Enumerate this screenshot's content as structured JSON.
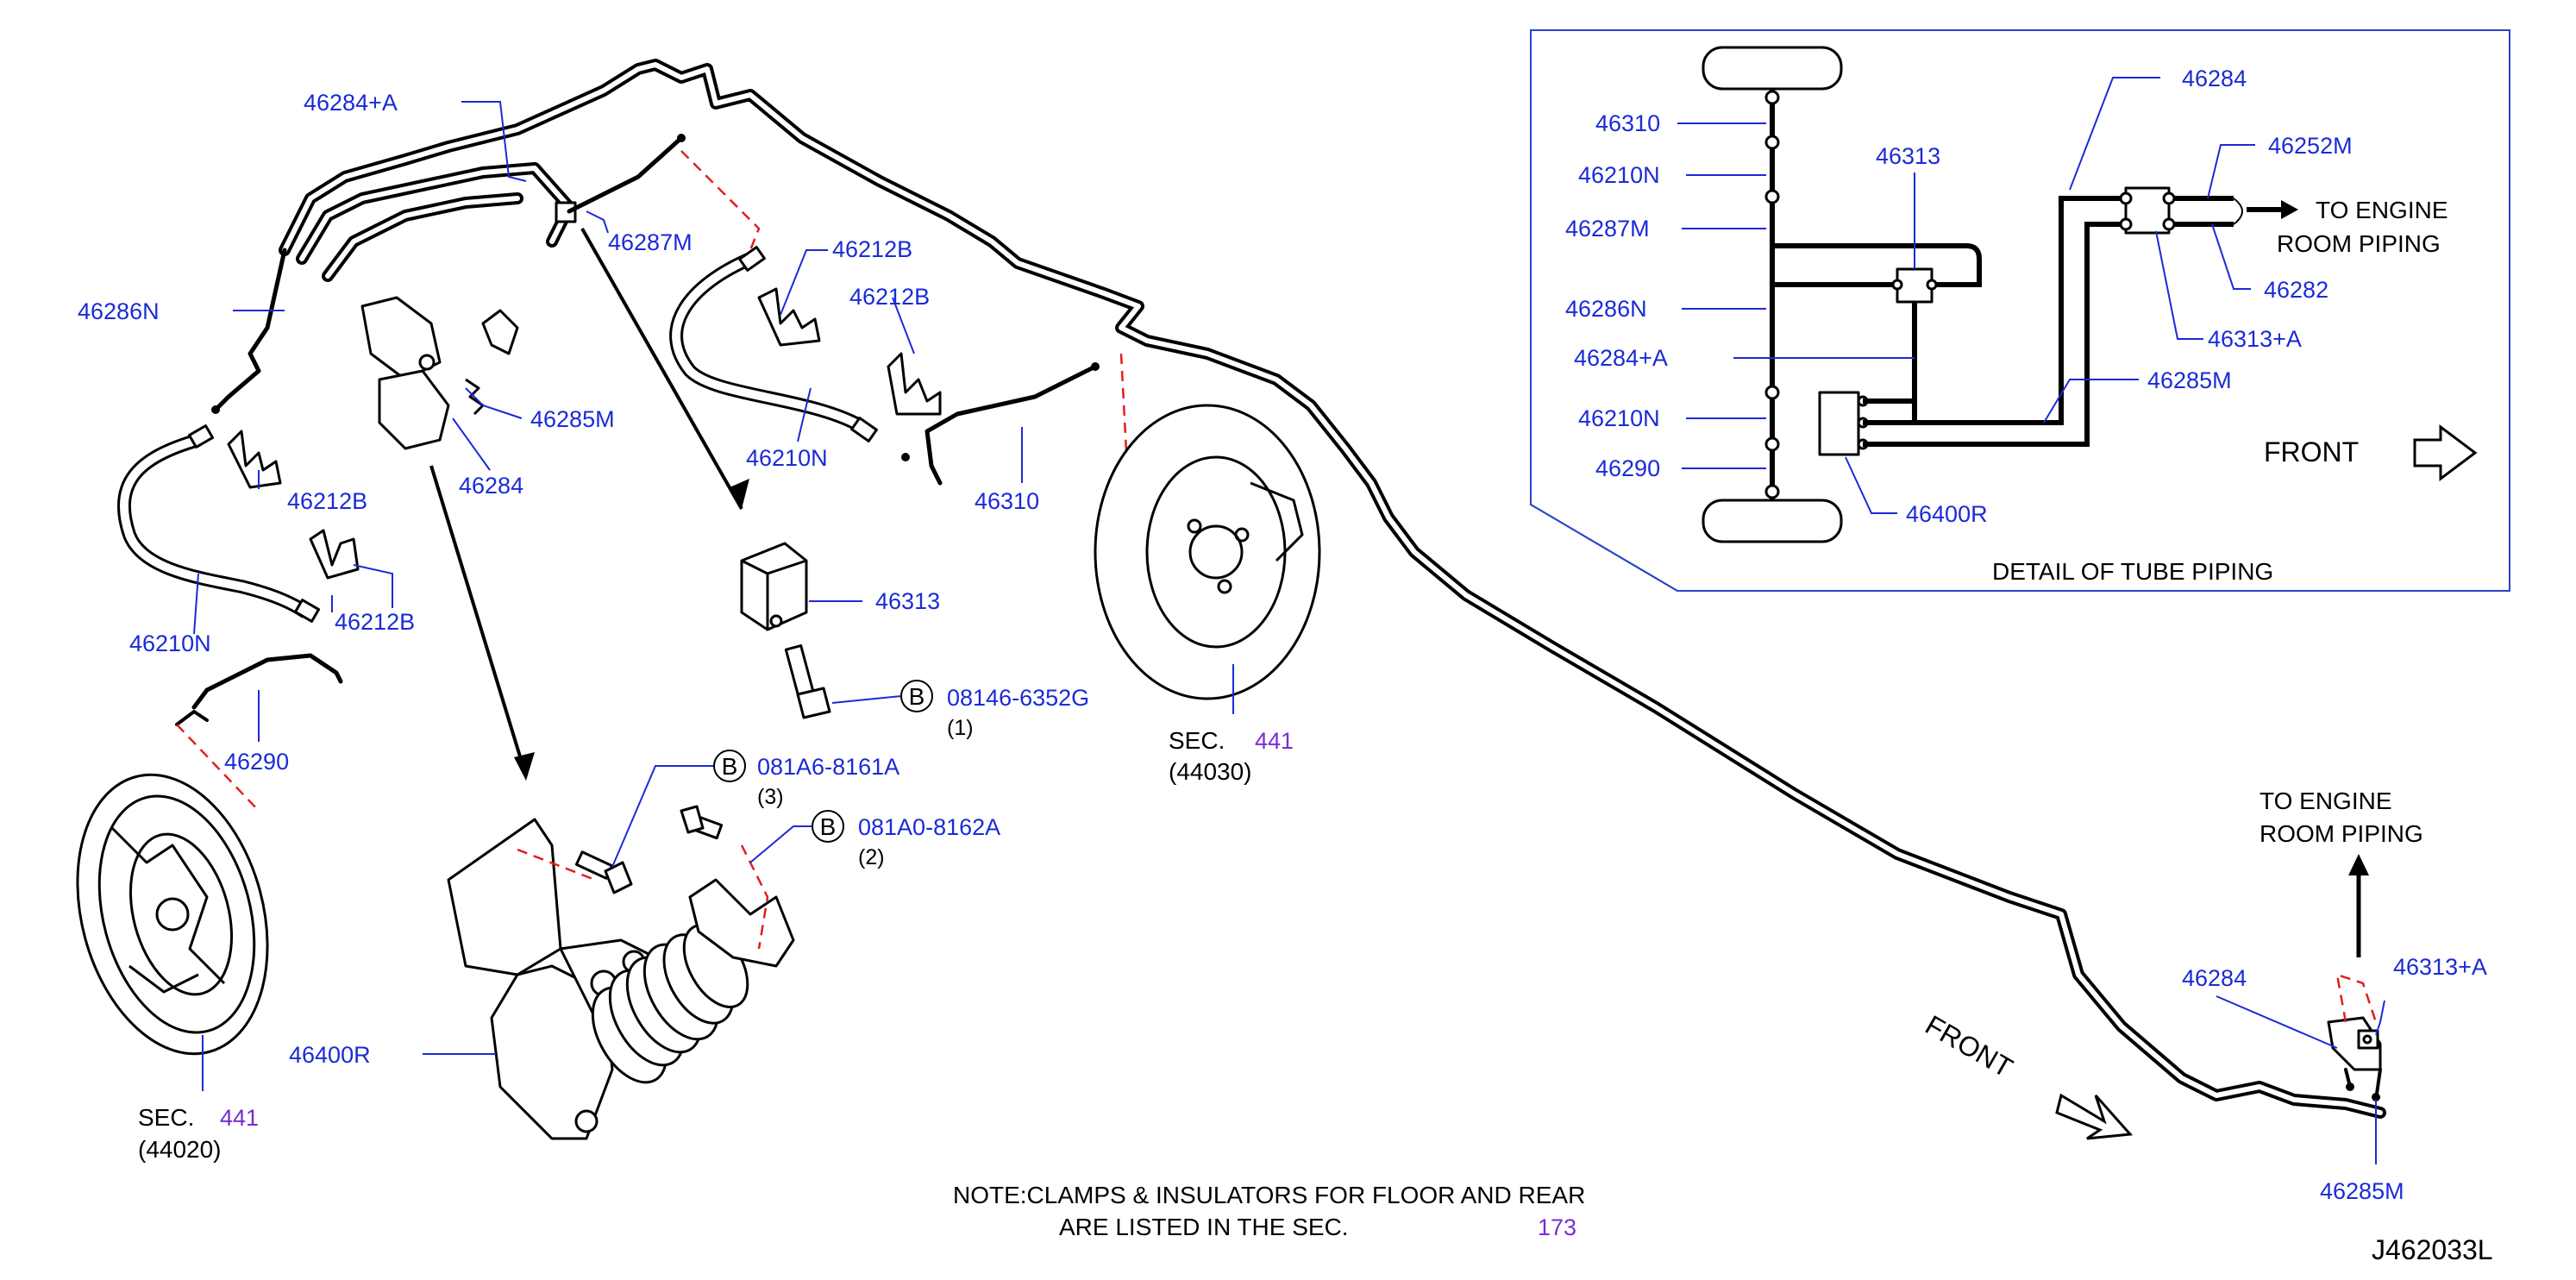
{
  "parts": {
    "p_46284A_top": "46284+A",
    "p_46287M_top": "46287M",
    "p_46286N_left": "46286N",
    "p_46212B_1": "46212B",
    "p_46212B_2": "46212B",
    "p_46212B_3": "46212B",
    "p_46212B_4": "46212B",
    "p_46285M_mid": "46285M",
    "p_46284_mid": "46284",
    "p_46210N_mid": "46210N",
    "p_46210N_left": "46210N",
    "p_46310_mid": "46310",
    "p_46290_left": "46290",
    "p_46313_mid": "46313",
    "p_46400R_main": "46400R",
    "p_46284_right": "46284",
    "p_46313A_right": "46313+A",
    "p_46285M_right": "46285M"
  },
  "bolts": {
    "b1_code": "08146-6352G",
    "b1_qty": "(1)",
    "b2_code": "081A0-8162A",
    "b2_qty": "(2)",
    "b3_code": "081A6-8161A",
    "b3_qty": "(3)",
    "circle_letter": "B"
  },
  "sections": {
    "sec_mid_prefix": "SEC.",
    "sec_mid_num": "441",
    "sec_mid_sub": "(44030)",
    "sec_left_prefix": "SEC.",
    "sec_left_num": "441",
    "sec_left_sub": "(44020)"
  },
  "detail": {
    "title": "DETAIL  OF  TUBE  PIPING",
    "front": "FRONT",
    "to_engine_1": "TO  ENGINE",
    "to_engine_2": "ROOM  PIPING",
    "l_46310": "46310",
    "l_46210N_a": "46210N",
    "l_46287M": "46287M",
    "l_46286N": "46286N",
    "l_46284A": "46284+A",
    "l_46210N_b": "46210N",
    "l_46290": "46290",
    "l_46313": "46313",
    "l_46284": "46284",
    "l_46252M": "46252M",
    "l_46282": "46282",
    "l_46313A": "46313+A",
    "l_46285M": "46285M",
    "l_46400R": "46400R"
  },
  "right_area": {
    "to_engine_1": "TO  ENGINE",
    "to_engine_2": "ROOM  PIPING",
    "front": "FRONT"
  },
  "note": {
    "line1": "NOTE:CLAMPS  &  INSULATORS  FOR  FLOOR  AND  REAR",
    "line2": "ARE  LISTED  IN  THE  SEC.",
    "sec_num": "173"
  },
  "diagram_id": "J462033L",
  "colors": {
    "label": "#1a2bd6",
    "link": "#7a2bd6",
    "dashed": "#e0201c",
    "frame": "#2a44c8"
  }
}
